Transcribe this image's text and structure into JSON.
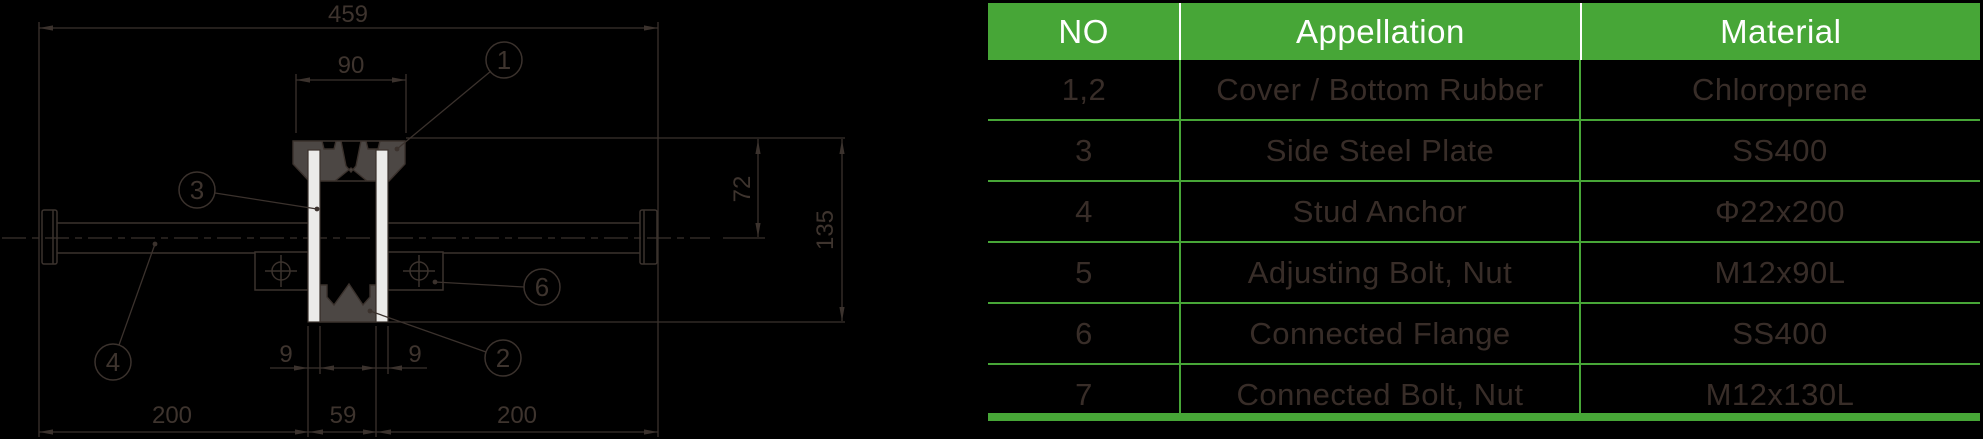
{
  "drawing": {
    "dims": {
      "overall_width": "459",
      "cover_width": "90",
      "top_to_center": "72",
      "overall_height": "135",
      "left_span": "200",
      "center_gap": "59",
      "right_span": "200",
      "plate_thickness_left": "9",
      "plate_thickness_right": "9"
    },
    "balloons": {
      "b1": "1",
      "b2": "2",
      "b3": "3",
      "b4": "4",
      "b6": "6"
    }
  },
  "table": {
    "headers": [
      "NO",
      "Appellation",
      "Material"
    ],
    "rows": [
      [
        "1,2",
        "Cover / Bottom Rubber",
        "Chloroprene"
      ],
      [
        "3",
        "Side Steel Plate",
        "SS400"
      ],
      [
        "4",
        "Stud Anchor",
        "Φ22x200"
      ],
      [
        "5",
        "Adjusting Bolt, Nut",
        "M12x90L"
      ],
      [
        "6",
        "Connected Flange",
        "SS400"
      ],
      [
        "7",
        "Connected Bolt, Nut",
        "M12x130L"
      ]
    ]
  },
  "colors": {
    "background": "#000000",
    "line": "#3b322d",
    "rubber_fill": "#4c4744",
    "plate_fill": "#ebebe9",
    "accent_green": "#47a637",
    "header_text": "#ffffff",
    "body_text": "#382d28"
  }
}
